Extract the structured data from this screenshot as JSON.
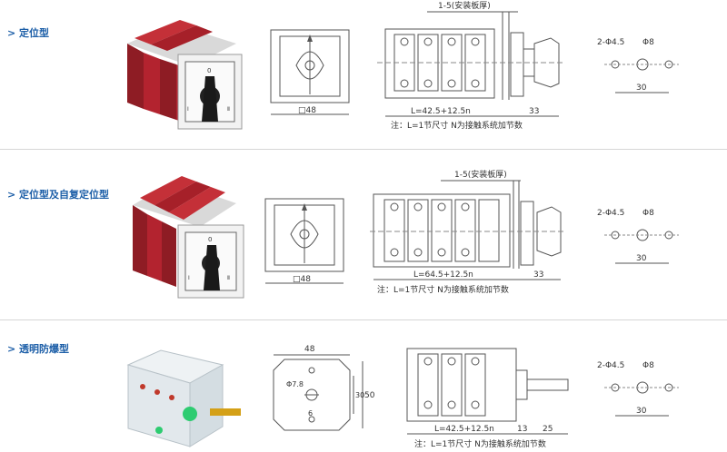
{
  "sections": [
    {
      "title": "> 定位型",
      "front_dim": "□48",
      "thickness": "1-5(安装板厚)",
      "length_formula": "L=42.5+12.5n",
      "shaft_dim": "33",
      "note": "注：L=1节尺寸   N为接触系统加节数",
      "hole_label": "2-Φ4.5",
      "shaft_hole": "Φ8",
      "hole_spacing": "30",
      "knob_marks": [
        "0",
        "Ⅰ",
        "Ⅱ"
      ]
    },
    {
      "title": "> 定位型及自复定位型",
      "front_dim": "□48",
      "thickness": "1-5(安装板厚)",
      "length_formula": "L=64.5+12.5n",
      "shaft_dim": "33",
      "note": "注：L=1节尺寸   N为接触系统加节数",
      "hole_label": "2-Φ4.5",
      "shaft_hole": "Φ8",
      "hole_spacing": "30",
      "knob_marks": [
        "0",
        "Ⅰ",
        "Ⅱ"
      ]
    },
    {
      "title": "> 透明防爆型",
      "width_dim": "48",
      "height_dim1": "50",
      "height_dim2": "30",
      "hole_small": "Φ7.8",
      "hole_center": "6",
      "length_formula": "L=42.5+12.5n",
      "dim_13": "13",
      "dim_25": "25",
      "note": "注：L=1节尺寸   N为接触系统加节数",
      "hole_label": "2-Φ4.5",
      "shaft_hole": "Φ8",
      "hole_spacing": "30"
    }
  ],
  "colors": {
    "title": "#1d5fa8",
    "switch_red": "#b3232f",
    "line": "#444444",
    "divider": "#d6d6d6"
  }
}
